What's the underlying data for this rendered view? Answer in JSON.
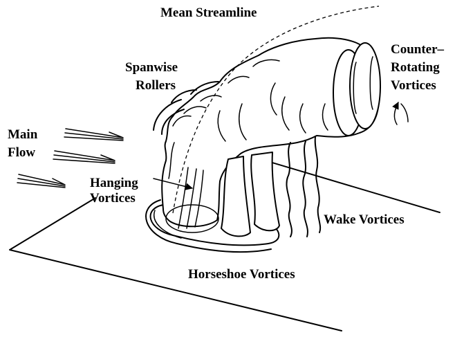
{
  "labels": {
    "mean_streamline": "Mean Streamline",
    "spanwise_line1": "Spanwise",
    "spanwise_line2": "Rollers",
    "counter_line1": "Counter–",
    "counter_line2": "Rotating",
    "counter_line3": "Vortices",
    "main_flow_line1": "Main",
    "main_flow_line2": "Flow",
    "hanging_line1": "Hanging",
    "hanging_line2": "Vortices",
    "wake_vortices": "Wake Vortices",
    "horseshoe_vortices": "Horseshoe Vortices"
  },
  "colors": {
    "ink": "#000000",
    "background": "#ffffff"
  }
}
